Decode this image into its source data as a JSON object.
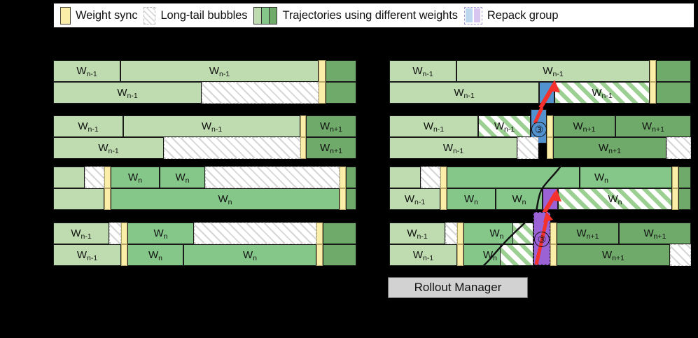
{
  "legend": {
    "items": [
      {
        "icon": "weight-sync-swatch",
        "label": "Weight sync"
      },
      {
        "icon": "long-tail-bubbles-swatch",
        "label": "Long-tail bubbles"
      },
      {
        "icon": "trajectories-swatch",
        "label": "Trajectories using different weights"
      },
      {
        "icon": "repack-group-swatch",
        "label": "Repack group"
      }
    ]
  },
  "colors": {
    "weight_sync": "#fbeea8",
    "traj_light": "#bfdcb0",
    "traj_mid": "#85c689",
    "traj_dark": "#6faa6a",
    "repack_blue": "#5292cf",
    "repack_purple": "#9b62d6",
    "arrow_red": "#f4312c",
    "bubble_fill": "#ffffff",
    "label_bg": "#d2d2d2"
  },
  "labels": {
    "w_prev": "W",
    "w_prev_sub": "n-1",
    "w_cur": "W",
    "w_cur_sub": "n",
    "w_next": "W",
    "w_next_sub": "n+1",
    "marker_three": "③",
    "rollout_manager": "Rollout Manager"
  },
  "left_panel": {
    "name": "baseline-timeline",
    "rows": [
      {
        "id": "row-1"
      },
      {
        "id": "row-2"
      },
      {
        "id": "row-3"
      },
      {
        "id": "row-4"
      }
    ]
  },
  "right_panel": {
    "name": "repack-timeline",
    "rows": [
      {
        "id": "row-1",
        "marker": null
      },
      {
        "id": "row-2",
        "marker": "③"
      },
      {
        "id": "row-3",
        "marker": null
      },
      {
        "id": "row-4",
        "marker": "③"
      }
    ]
  }
}
